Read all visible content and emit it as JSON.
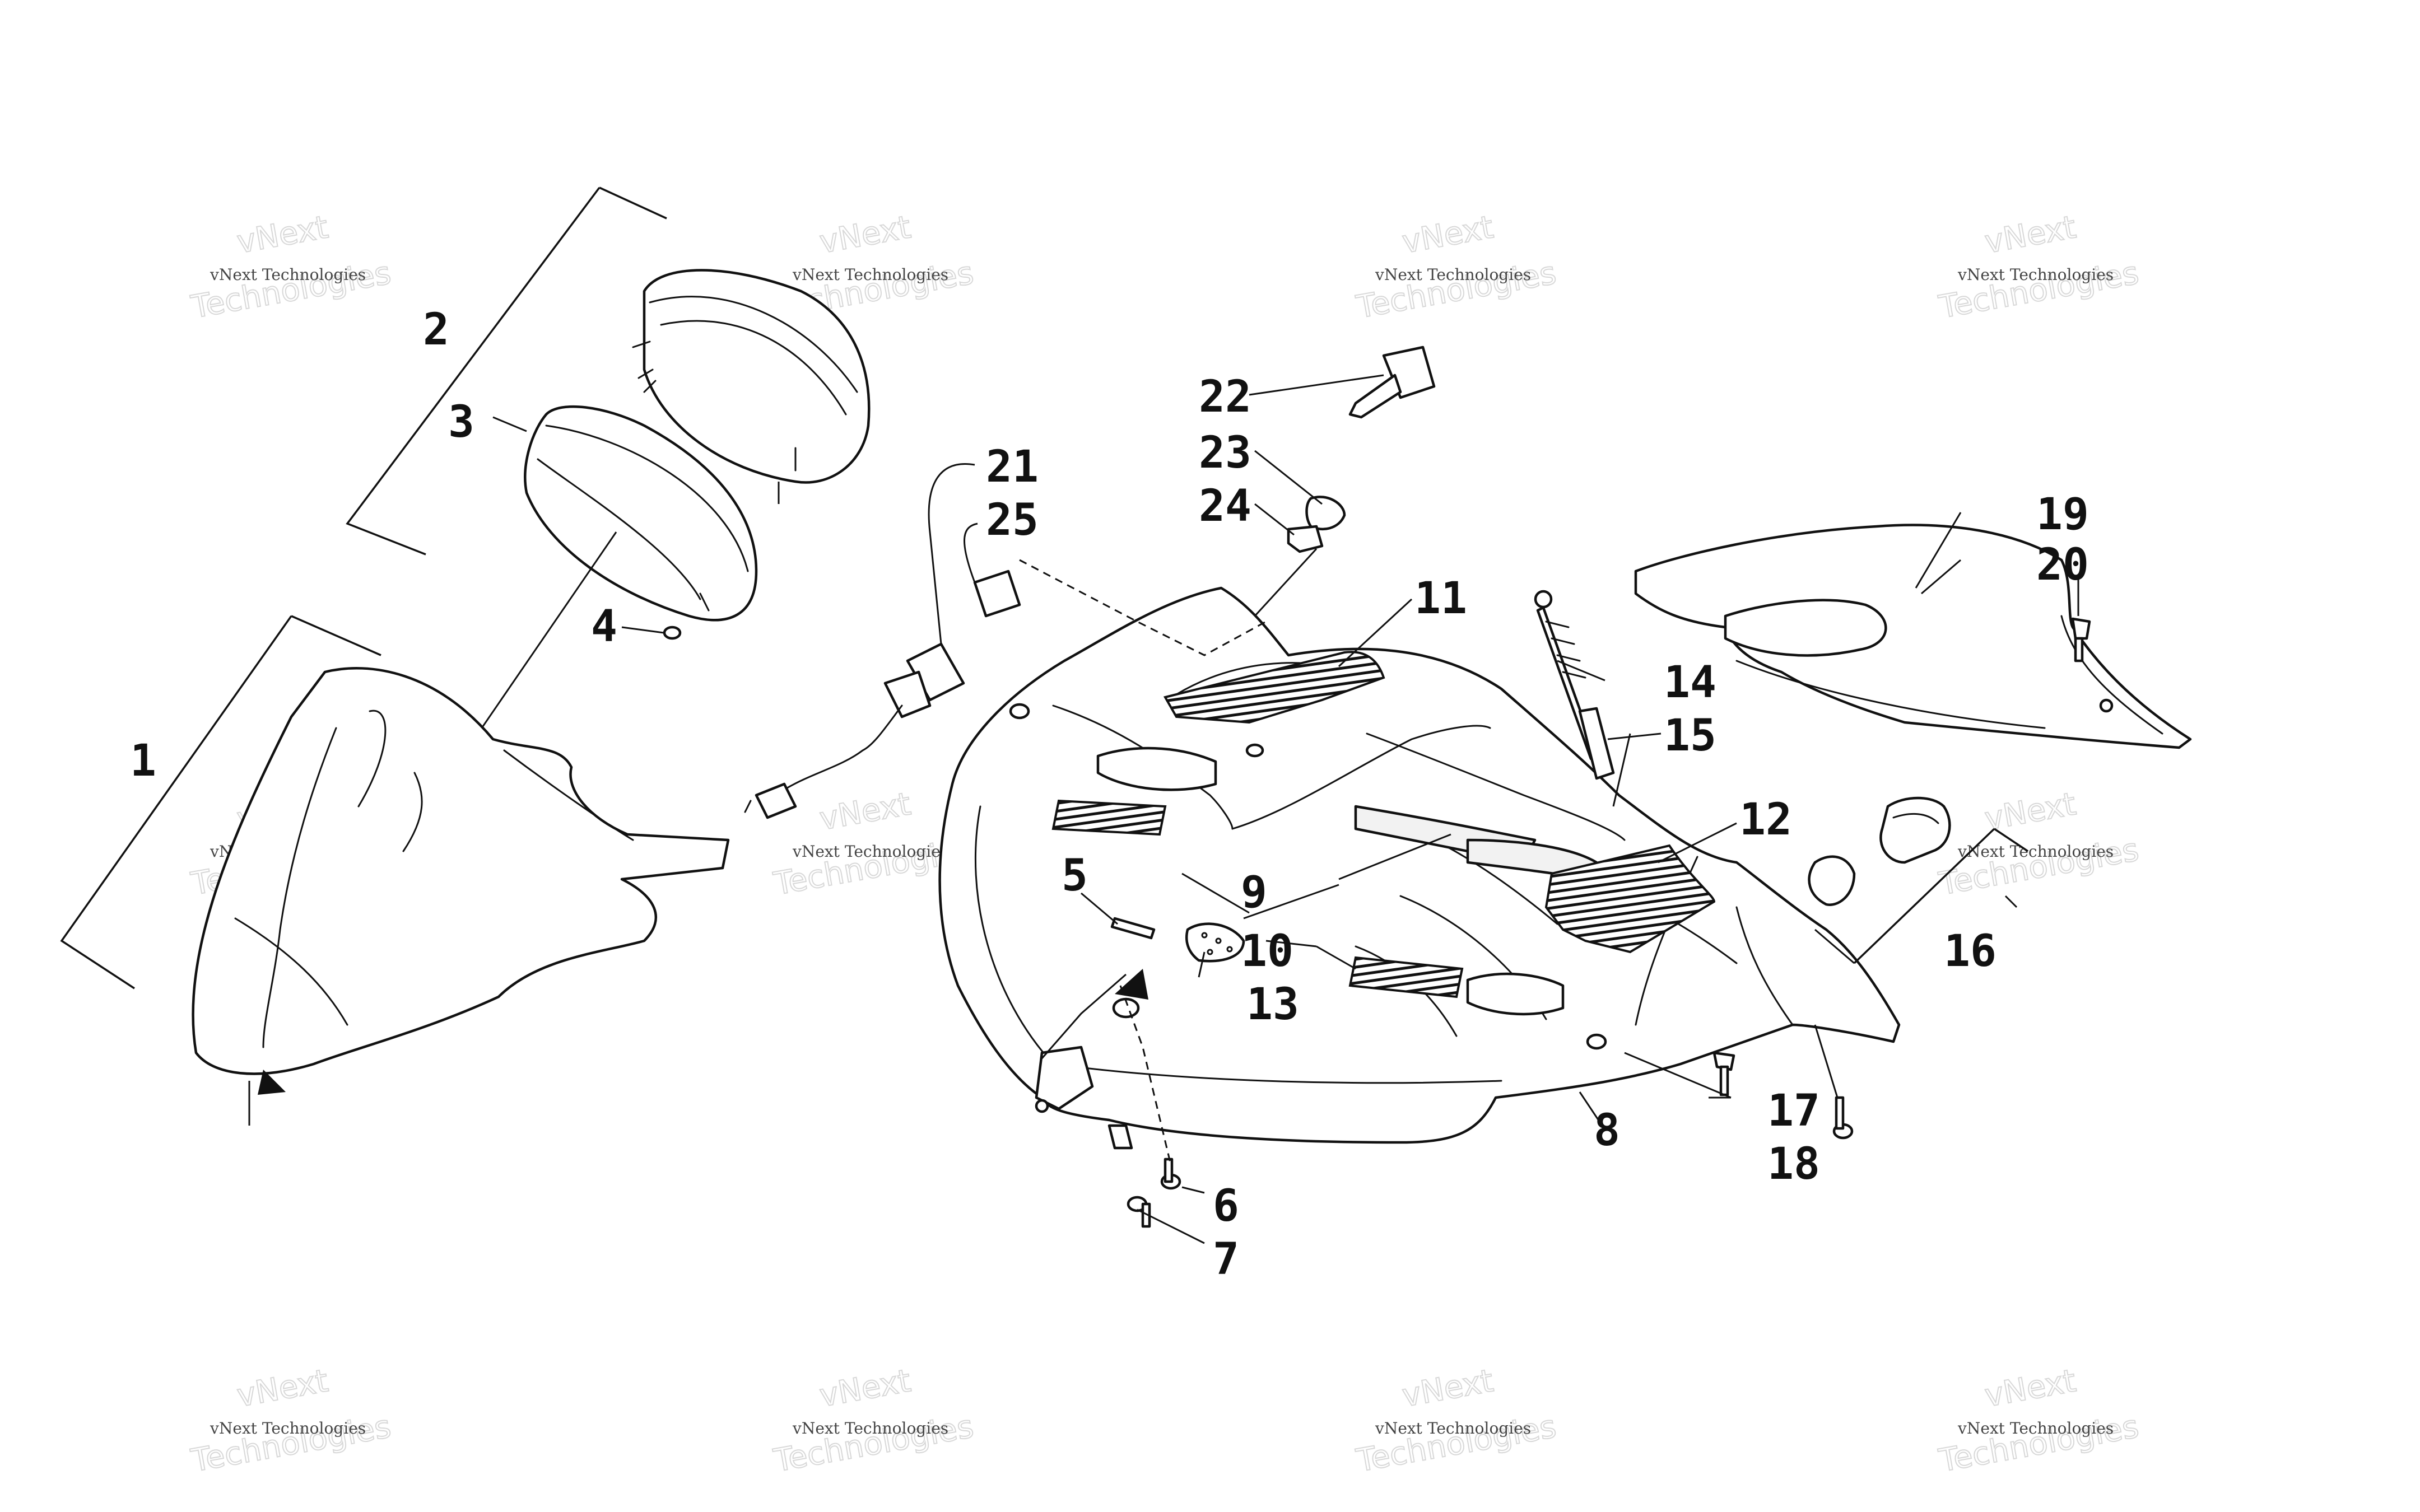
{
  "watermark": {
    "line_a": "vNext",
    "line_b": "Technologies",
    "line_c": "vNext Technologies"
  },
  "callouts": [
    "1",
    "2",
    "3",
    "4",
    "5",
    "6",
    "7",
    "8",
    "9",
    "10",
    "11",
    "12",
    "13",
    "14",
    "15",
    "16",
    "17",
    "18",
    "19",
    "20",
    "21",
    "22",
    "23",
    "24",
    "25"
  ],
  "colors": {
    "line": "#111111",
    "background": "#ffffff",
    "watermark": "#c9c9c9"
  }
}
